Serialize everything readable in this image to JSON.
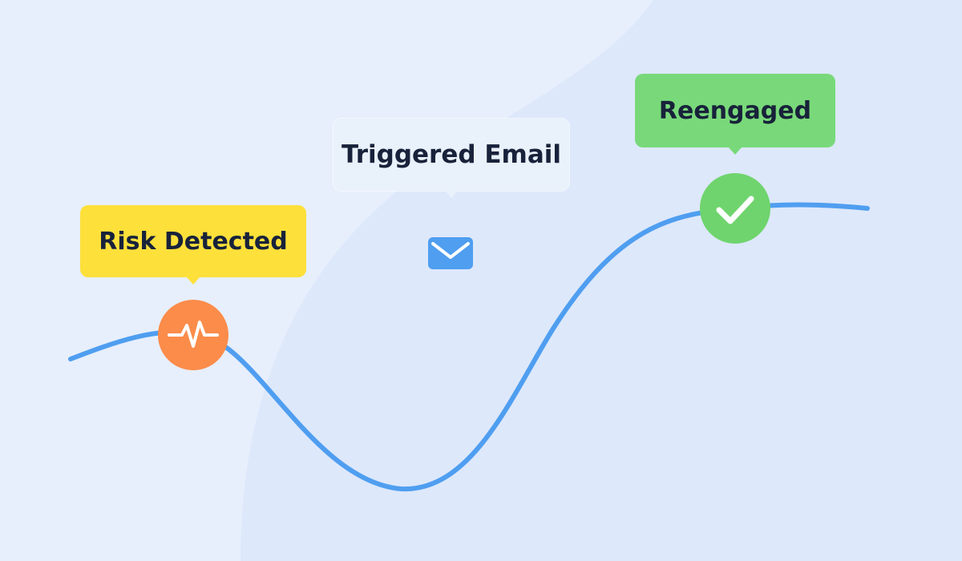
{
  "stages": {
    "risk": {
      "label": "Risk Detected",
      "color": "#fde03a",
      "icon": "pulse-icon"
    },
    "email": {
      "label": "Triggered Email",
      "color": "#e9f1fb",
      "icon": "mail-icon"
    },
    "reengaged": {
      "label": "Reengaged",
      "color": "#79d97a",
      "icon": "checkmark-icon"
    }
  },
  "colors": {
    "background": "#e7effc",
    "curve": "#4f9ef0",
    "risk_marker": "#fb8c4a",
    "done_marker": "#6fd46e",
    "mail_icon": "#4f9ef0"
  }
}
